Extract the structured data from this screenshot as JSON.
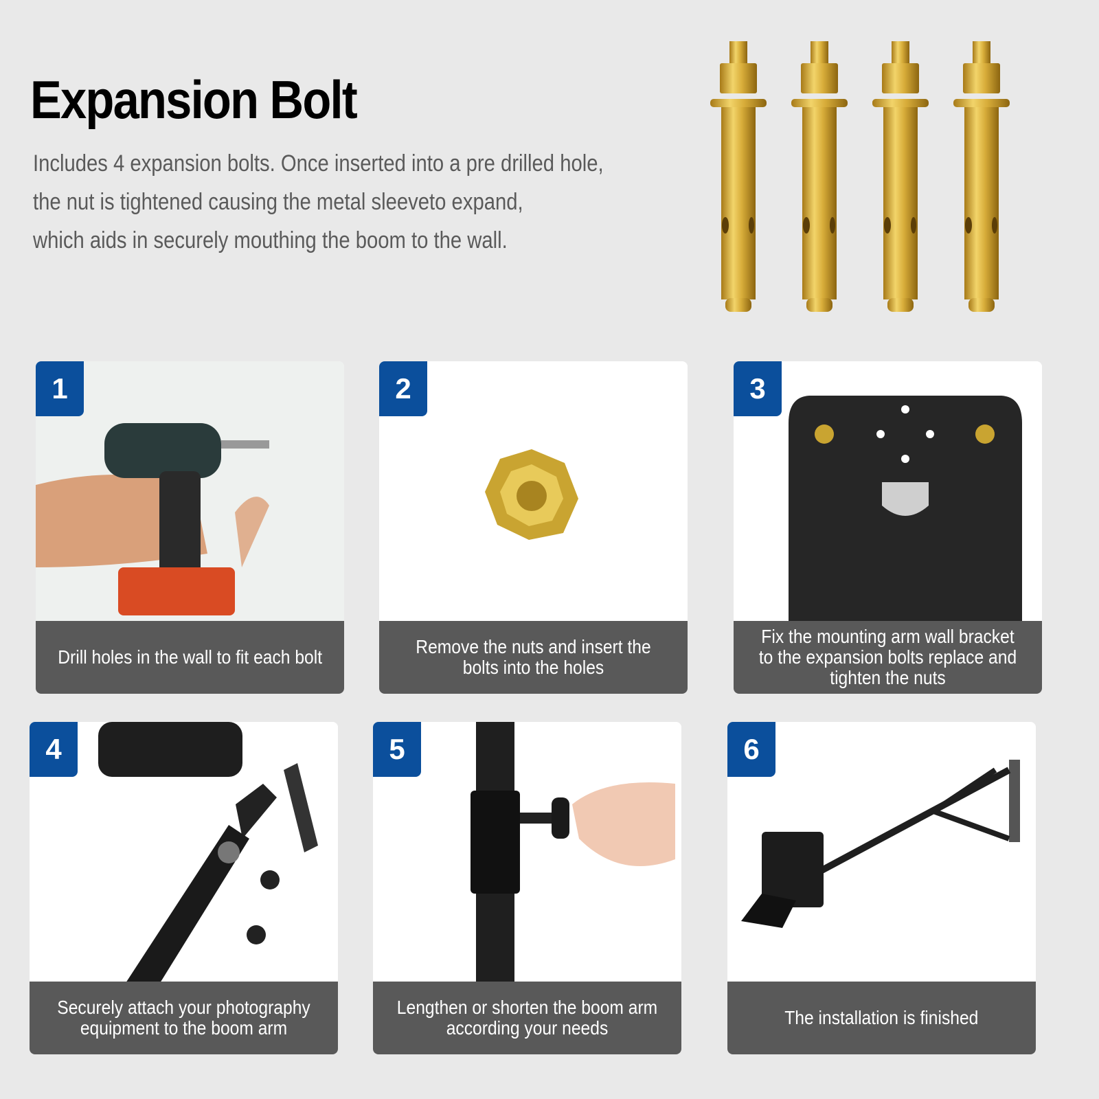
{
  "header": {
    "title": "Expansion Bolt",
    "description": [
      "Includes 4 expansion bolts. Once inserted into a pre drilled hole,",
      "the nut is tightened causing the metal sleeveto expand,",
      "which aids in securely mouthing the boom to the wall."
    ]
  },
  "product_image": {
    "label": "4 brass expansion bolts",
    "count": 4
  },
  "colors": {
    "background": "#e9e9e9",
    "badge": "#0b4f9c",
    "caption_bg": "#595959",
    "bolt": "#d9b54a"
  },
  "steps": [
    {
      "number": "1",
      "caption": "Drill holes in the wall to fit each bolt",
      "image": "drill-into-wall"
    },
    {
      "number": "2",
      "caption": "Remove the nuts and insert the bolts into the holes",
      "image": "bolt-with-nut"
    },
    {
      "number": "3",
      "caption": "Fix the mounting arm wall bracket to the expansion bolts replace and tighten the nuts",
      "image": "wall-bracket-plate"
    },
    {
      "number": "4",
      "caption": "Securely attach your photography equipment to the boom arm",
      "image": "light-on-boom-arm"
    },
    {
      "number": "5",
      "caption": "Lengthen or shorten the boom arm according your needs",
      "image": "adjust-boom-knob"
    },
    {
      "number": "6",
      "caption": "The installation is finished",
      "image": "mounted-boom-arm-with-light"
    }
  ]
}
